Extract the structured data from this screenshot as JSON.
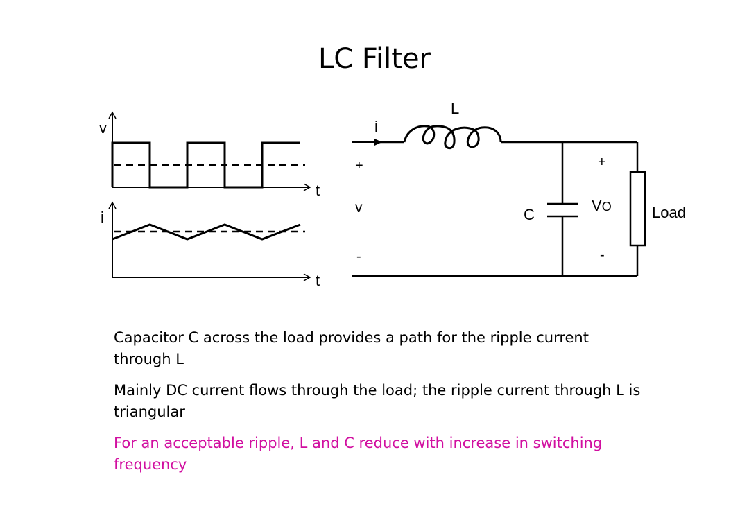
{
  "slide": {
    "title": "LC Filter"
  },
  "waveforms": {
    "voltage_axis_label": "v",
    "voltage_time_label": "t",
    "current_axis_label": "i",
    "current_time_label": "t"
  },
  "circuit": {
    "current_label": "i",
    "inductor_label": "L",
    "input_plus": "+",
    "input_voltage_label": "v",
    "input_minus": "-",
    "capacitor_label": "C",
    "output_plus": "+",
    "output_voltage_main": "V",
    "output_voltage_sub": "O",
    "output_minus": "-",
    "load_label": "Load"
  },
  "bullets": {
    "item1": "Capacitor C across the load provides a path for the ripple current through L",
    "item2": "Mainly DC current flows through the load; the ripple current through L is triangular",
    "item3": "For an acceptable ripple, L and C reduce with increase in switching frequency"
  },
  "colors": {
    "highlight_text": "#d10fa0",
    "line": "#000000"
  }
}
